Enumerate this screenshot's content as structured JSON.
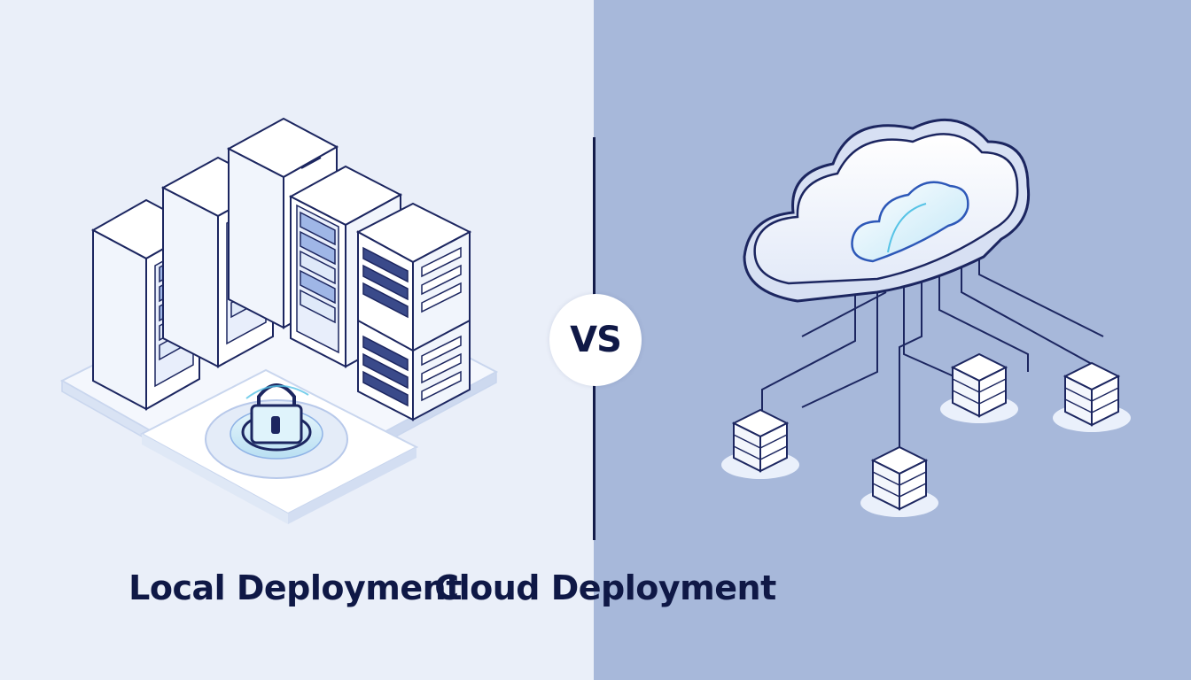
{
  "left": {
    "title": "Local Deployment"
  },
  "right": {
    "title": "Cloud Deployment"
  },
  "vs_label": "VS",
  "colors": {
    "left_background": "#eaeff9",
    "right_background": "#a7b8da",
    "ink": "#141c4a",
    "accent_blue": "#3f6fd0",
    "cyan_glow": "#bfe6f7"
  },
  "icons": [
    "server-rack-icon",
    "padlock-icon",
    "cloud-icon",
    "server-stack-icon"
  ]
}
